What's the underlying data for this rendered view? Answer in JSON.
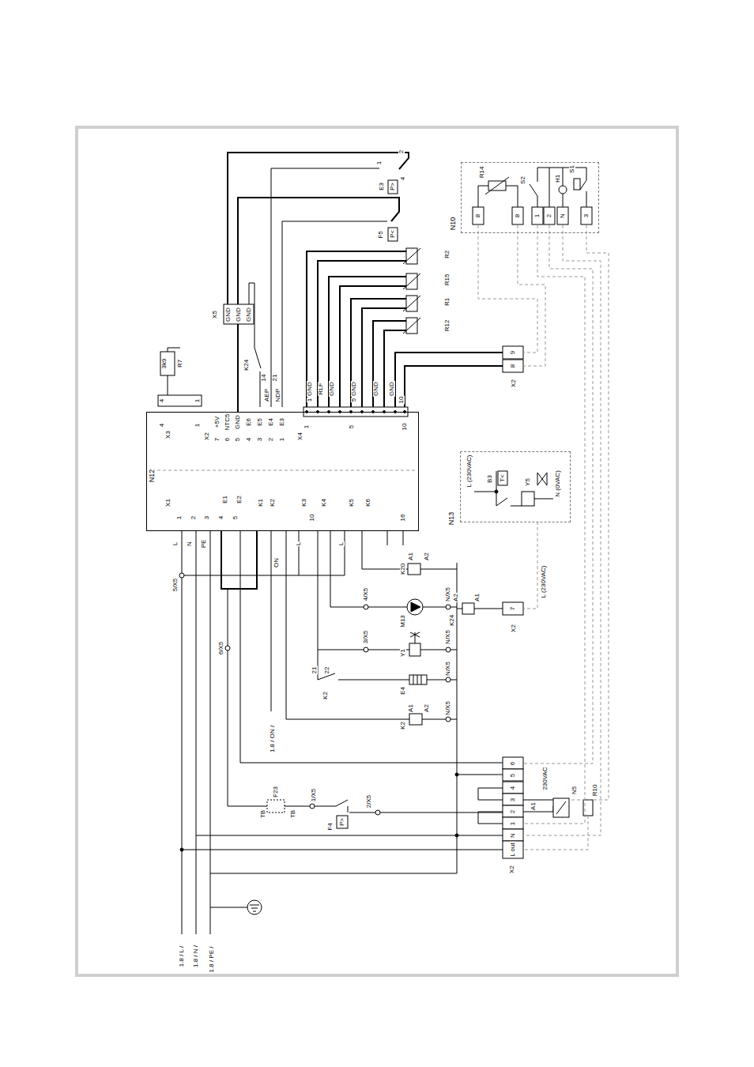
{
  "diagram": {
    "nodes": [
      {
        "text": [
          "N12"
        ]
      },
      {
        "text": [
          "N13"
        ]
      },
      {
        "text": [
          "N10"
        ]
      }
    ],
    "labels": [
      "X1",
      "1",
      "2",
      "3",
      "4",
      "5",
      "E1",
      "E2",
      "K1",
      "K2",
      "10",
      "K3",
      "K4",
      "K5",
      "K6",
      "16",
      "X3",
      "4",
      "1",
      "4",
      "1",
      "3k9",
      "R7",
      "X2",
      "7",
      "6",
      "5",
      "4",
      "3",
      "2",
      "1",
      "+5V",
      "NTC5",
      "GND",
      "E6",
      "E5",
      "E4",
      "E3",
      "AEP",
      "NDP",
      "K24",
      "14",
      "21",
      "X5",
      "GND",
      "GND",
      "GND",
      "X4",
      "1",
      "5",
      "10",
      "1",
      "GND",
      "RLF",
      "GND",
      "5",
      "GND",
      "GND",
      "GND",
      "10",
      "E3",
      "P>",
      "1",
      "2",
      "4",
      "F5",
      "P<",
      "R2",
      "R15",
      "R1",
      "R12",
      "9",
      "8",
      "X2",
      "R14",
      "S2",
      "H1",
      "S1",
      "8",
      "8",
      "1",
      "2",
      "N",
      "3",
      "L (230VAC)",
      "B3",
      "T<",
      "Y5",
      "N (0VAC)",
      "L",
      "N",
      "PE",
      "L",
      "L",
      "5/X5",
      "ON",
      "K20",
      "A1",
      "A2",
      "4/X5",
      "M13",
      "N/X5",
      "3/X5",
      "Y1",
      "N/X5",
      "K2",
      "21",
      "22",
      "E4",
      "N/X5",
      "K2",
      "A1",
      "A2",
      "N/X5",
      "1.8 / ON /",
      "6/X5",
      "K24",
      "A2",
      "A1",
      "7",
      "X2",
      "L (230VAC)",
      "TB",
      "F23",
      "TB",
      "1/X5",
      "F4",
      "P>",
      "2/X5",
      "6",
      "5",
      "4",
      "3",
      "2",
      "1",
      "N",
      "L out",
      "X2",
      "230VAC",
      "A1",
      "N5",
      "R10",
      "1.8 / L /",
      "1.8 / N /",
      "1.8 / PE /"
    ]
  }
}
